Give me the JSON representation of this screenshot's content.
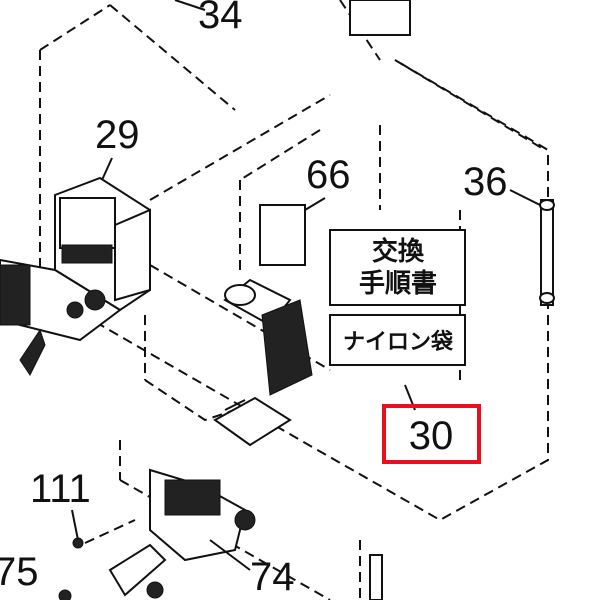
{
  "diagram": {
    "part_numbers": {
      "p34": "34",
      "p29": "29",
      "p66": "66",
      "p36": "36",
      "p30": "30",
      "p111": "111",
      "p75": "75",
      "p74": "74"
    },
    "labels": {
      "manual_line1": "交換",
      "manual_line2": "手順書",
      "nylon_bag": "ナイロン袋"
    },
    "highlight": {
      "part": "30",
      "color": "#e8101c"
    }
  }
}
